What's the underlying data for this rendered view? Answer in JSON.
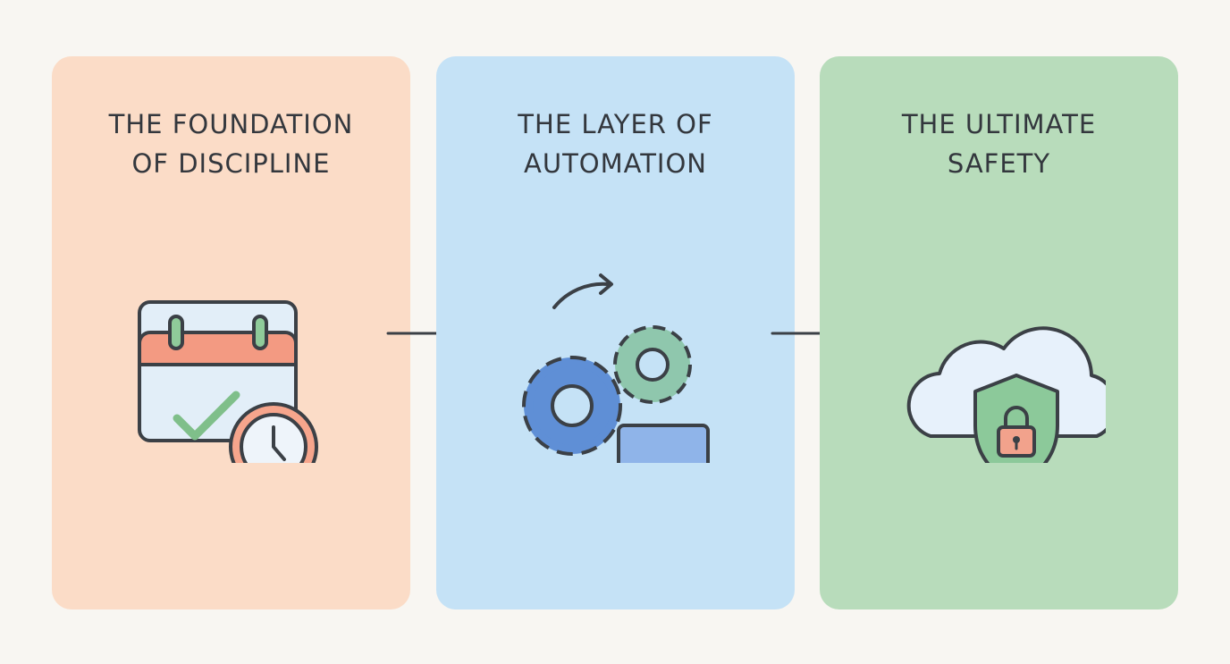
{
  "steps": [
    {
      "title": "THE FOUNDATION\nOF DISCIPLINE",
      "icon": "calendar-clock-icon",
      "color": "#fbdcc7"
    },
    {
      "title": "THE LAYER OF\nAUTOMATION",
      "icon": "gears-computer-icon",
      "color": "#c5e2f6"
    },
    {
      "title": "THE ULTIMATE\nSAFETY",
      "icon": "cloud-shield-lock-icon",
      "color": "#b8dcbb"
    }
  ],
  "connectors": [
    "arrow-right-icon",
    "arrow-right-icon"
  ]
}
